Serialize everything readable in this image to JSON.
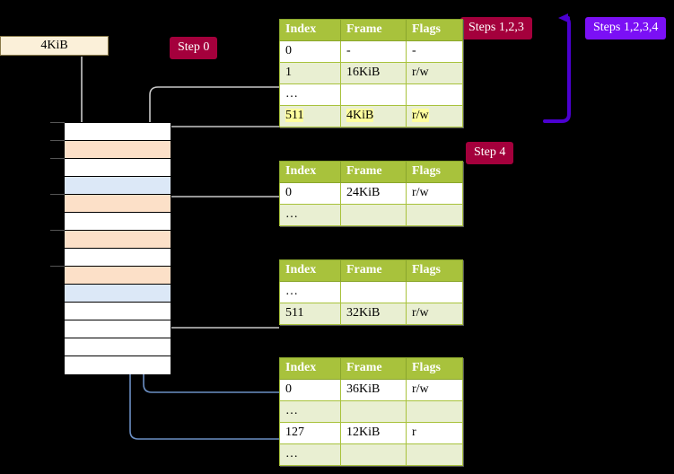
{
  "labels": {
    "steps_123": "Steps 1,2,3",
    "steps_1234": "Steps 1,2,3,4",
    "step_0": "Step 0",
    "step_4": "Step 4"
  },
  "colors": {
    "badge_red": "#a4003c",
    "badge_purple": "#7b10f5",
    "table_header": "#a8c23c",
    "table_alt_row": "#e9efd2",
    "highlight": "#ffff9e",
    "mem_orange": "#fce0c8",
    "mem_blue": "#dce8f7",
    "kib_box": "#fbf0d9",
    "gray_line": "#c8c8c8",
    "blue_line": "#6b8fc4",
    "purple_arrow": "#4b00d0"
  },
  "source_box": {
    "label": "4KiB"
  },
  "columns": {
    "index": "Index",
    "frame": "Frame",
    "flags": "Flags"
  },
  "page_tables": [
    {
      "name": "pml4",
      "rows": [
        {
          "index": "0",
          "frame": "-",
          "flags": "-",
          "alt": false,
          "highlight": false
        },
        {
          "index": "1",
          "frame": "16KiB",
          "flags": "r/w",
          "alt": true,
          "highlight": false
        },
        {
          "index": "…",
          "frame": "",
          "flags": "",
          "alt": false,
          "highlight": false
        },
        {
          "index": "511",
          "frame": "4KiB",
          "flags": "r/w",
          "alt": true,
          "highlight": true
        }
      ]
    },
    {
      "name": "pdp",
      "rows": [
        {
          "index": "0",
          "frame": "24KiB",
          "flags": "r/w",
          "alt": false,
          "highlight": false
        },
        {
          "index": "…",
          "frame": "",
          "flags": "",
          "alt": true,
          "highlight": false
        }
      ]
    },
    {
      "name": "pd",
      "rows": [
        {
          "index": "…",
          "frame": "",
          "flags": "",
          "alt": false,
          "highlight": false
        },
        {
          "index": "511",
          "frame": "32KiB",
          "flags": "r/w",
          "alt": true,
          "highlight": false
        }
      ]
    },
    {
      "name": "pt",
      "rows": [
        {
          "index": "0",
          "frame": "36KiB",
          "flags": "r/w",
          "alt": false,
          "highlight": false
        },
        {
          "index": "…",
          "frame": "",
          "flags": "",
          "alt": true,
          "highlight": false
        },
        {
          "index": "127",
          "frame": "12KiB",
          "flags": "r",
          "alt": false,
          "highlight": false
        },
        {
          "index": "…",
          "frame": "",
          "flags": "",
          "alt": true,
          "highlight": false
        }
      ]
    }
  ],
  "memory_rows": [
    {
      "fill": "white",
      "tick": true
    },
    {
      "fill": "orange",
      "tick": true
    },
    {
      "fill": "white",
      "tick": true
    },
    {
      "fill": "blue",
      "tick": false
    },
    {
      "fill": "orange",
      "tick": true
    },
    {
      "fill": "white",
      "tick": false
    },
    {
      "fill": "orange",
      "tick": true
    },
    {
      "fill": "white",
      "tick": false
    },
    {
      "fill": "orange",
      "tick": true
    },
    {
      "fill": "blue",
      "tick": false
    },
    {
      "fill": "white",
      "tick": false
    },
    {
      "fill": "white",
      "tick": false
    },
    {
      "fill": "white",
      "tick": false
    },
    {
      "fill": "white",
      "tick": false
    }
  ]
}
